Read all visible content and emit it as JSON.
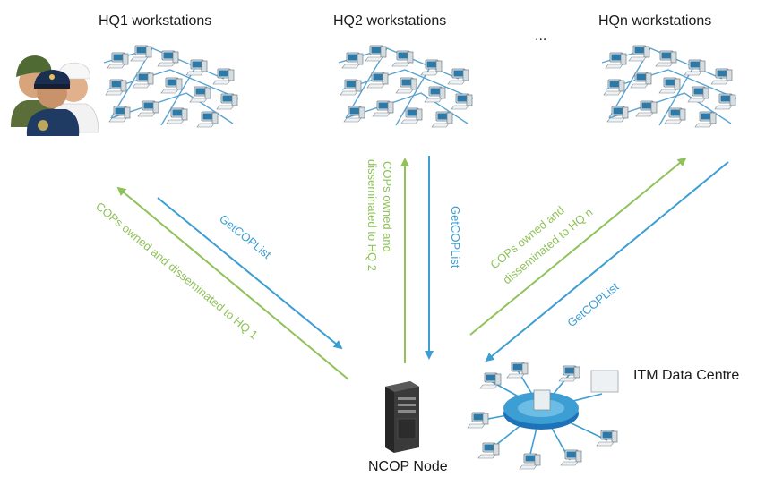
{
  "labels": {
    "hq1": "HQ1 workstations",
    "hq2": "HQ2 workstations",
    "ellipsis": "...",
    "hqn": "HQn workstations",
    "itm": "ITM Data Centre",
    "ncop": "NCOP Node"
  },
  "arrows": {
    "hq1_request": "GetCOPList",
    "hq1_response": "COPs owned and disseminated to HQ 1",
    "hq2_request": "GetCOPList",
    "hq2_response_line1": "COPs owned and",
    "hq2_response_line2": "disseminated to HQ 2",
    "hqn_request": "GetCOPList",
    "hqn_response_line1": "COPs owned and",
    "hqn_response_line2": "disseminated to HQ n"
  },
  "colors": {
    "request": "#3d9ed3",
    "response": "#8fc25a",
    "text": "#1a1a1a"
  },
  "icons": {
    "personnel": "military-personnel-icon",
    "network": "workstation-network-icon",
    "server": "server-tower-icon",
    "datacentre": "data-centre-hub-icon"
  }
}
